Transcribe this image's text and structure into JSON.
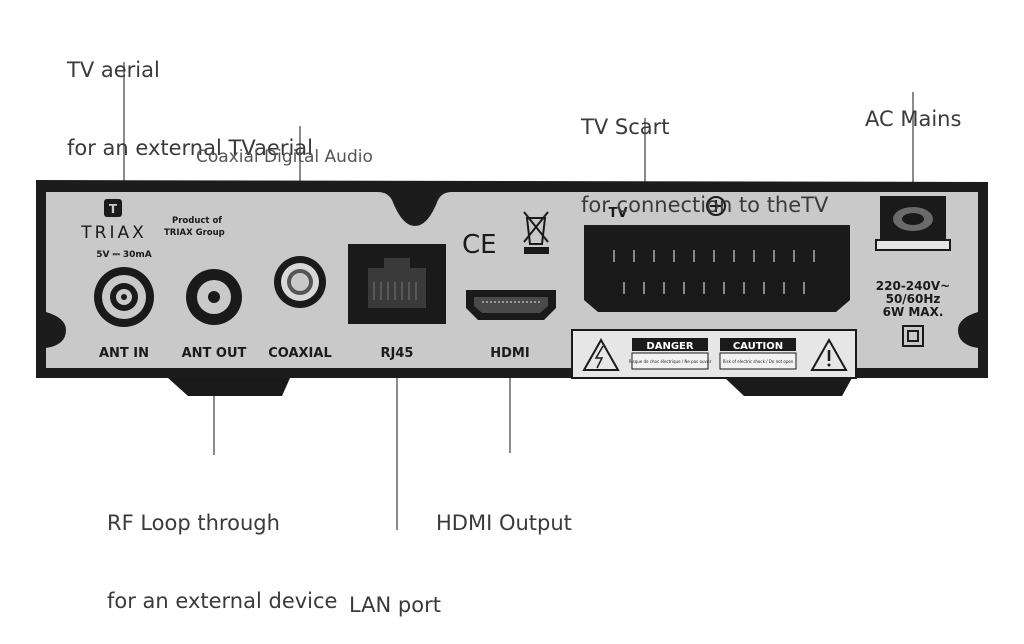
{
  "callouts": {
    "tv_aerial": {
      "title": "TV aerial",
      "sub": "for an external TVaerial"
    },
    "coaxial_digital_audio": {
      "title": "Coaxial Digital Audio"
    },
    "tv_scart": {
      "title": "TV Scart",
      "sub": "for connection to theTV"
    },
    "ac_mains": {
      "title": "AC Mains"
    },
    "rf_loop": {
      "title": "RF Loop through",
      "sub": "for an external device"
    },
    "hdmi_output": {
      "title": "HDMI Output"
    },
    "lan_port": {
      "title": "LAN port"
    }
  },
  "panel": {
    "brand": "TRIAX",
    "product_of_line1": "Product of",
    "product_of_line2": "TRIAX Group",
    "ant_power": "5V ⎓ 30mA",
    "port_labels": {
      "ant_in": "ANT IN",
      "ant_out": "ANT OUT",
      "coaxial": "COAXIAL",
      "rj45": "RJ45",
      "hdmi": "HDMI"
    },
    "ce_mark": "CE",
    "scart_label": "TV",
    "danger_label": "DANGER",
    "caution_label": "CAUTION",
    "danger_text": "Risque de choc électrique / Ne pas ouvrir",
    "caution_text": "Risk of electric shock / Do not open",
    "power_rating_line1": "220-240V~",
    "power_rating_line2": "50/60Hz",
    "power_rating_line3": "6W MAX."
  },
  "colors": {
    "housing": "#1c1c1c",
    "panel_face": "#c9c9c9",
    "leader_line": "#8a8a8a",
    "text": "#3a3a3a"
  }
}
